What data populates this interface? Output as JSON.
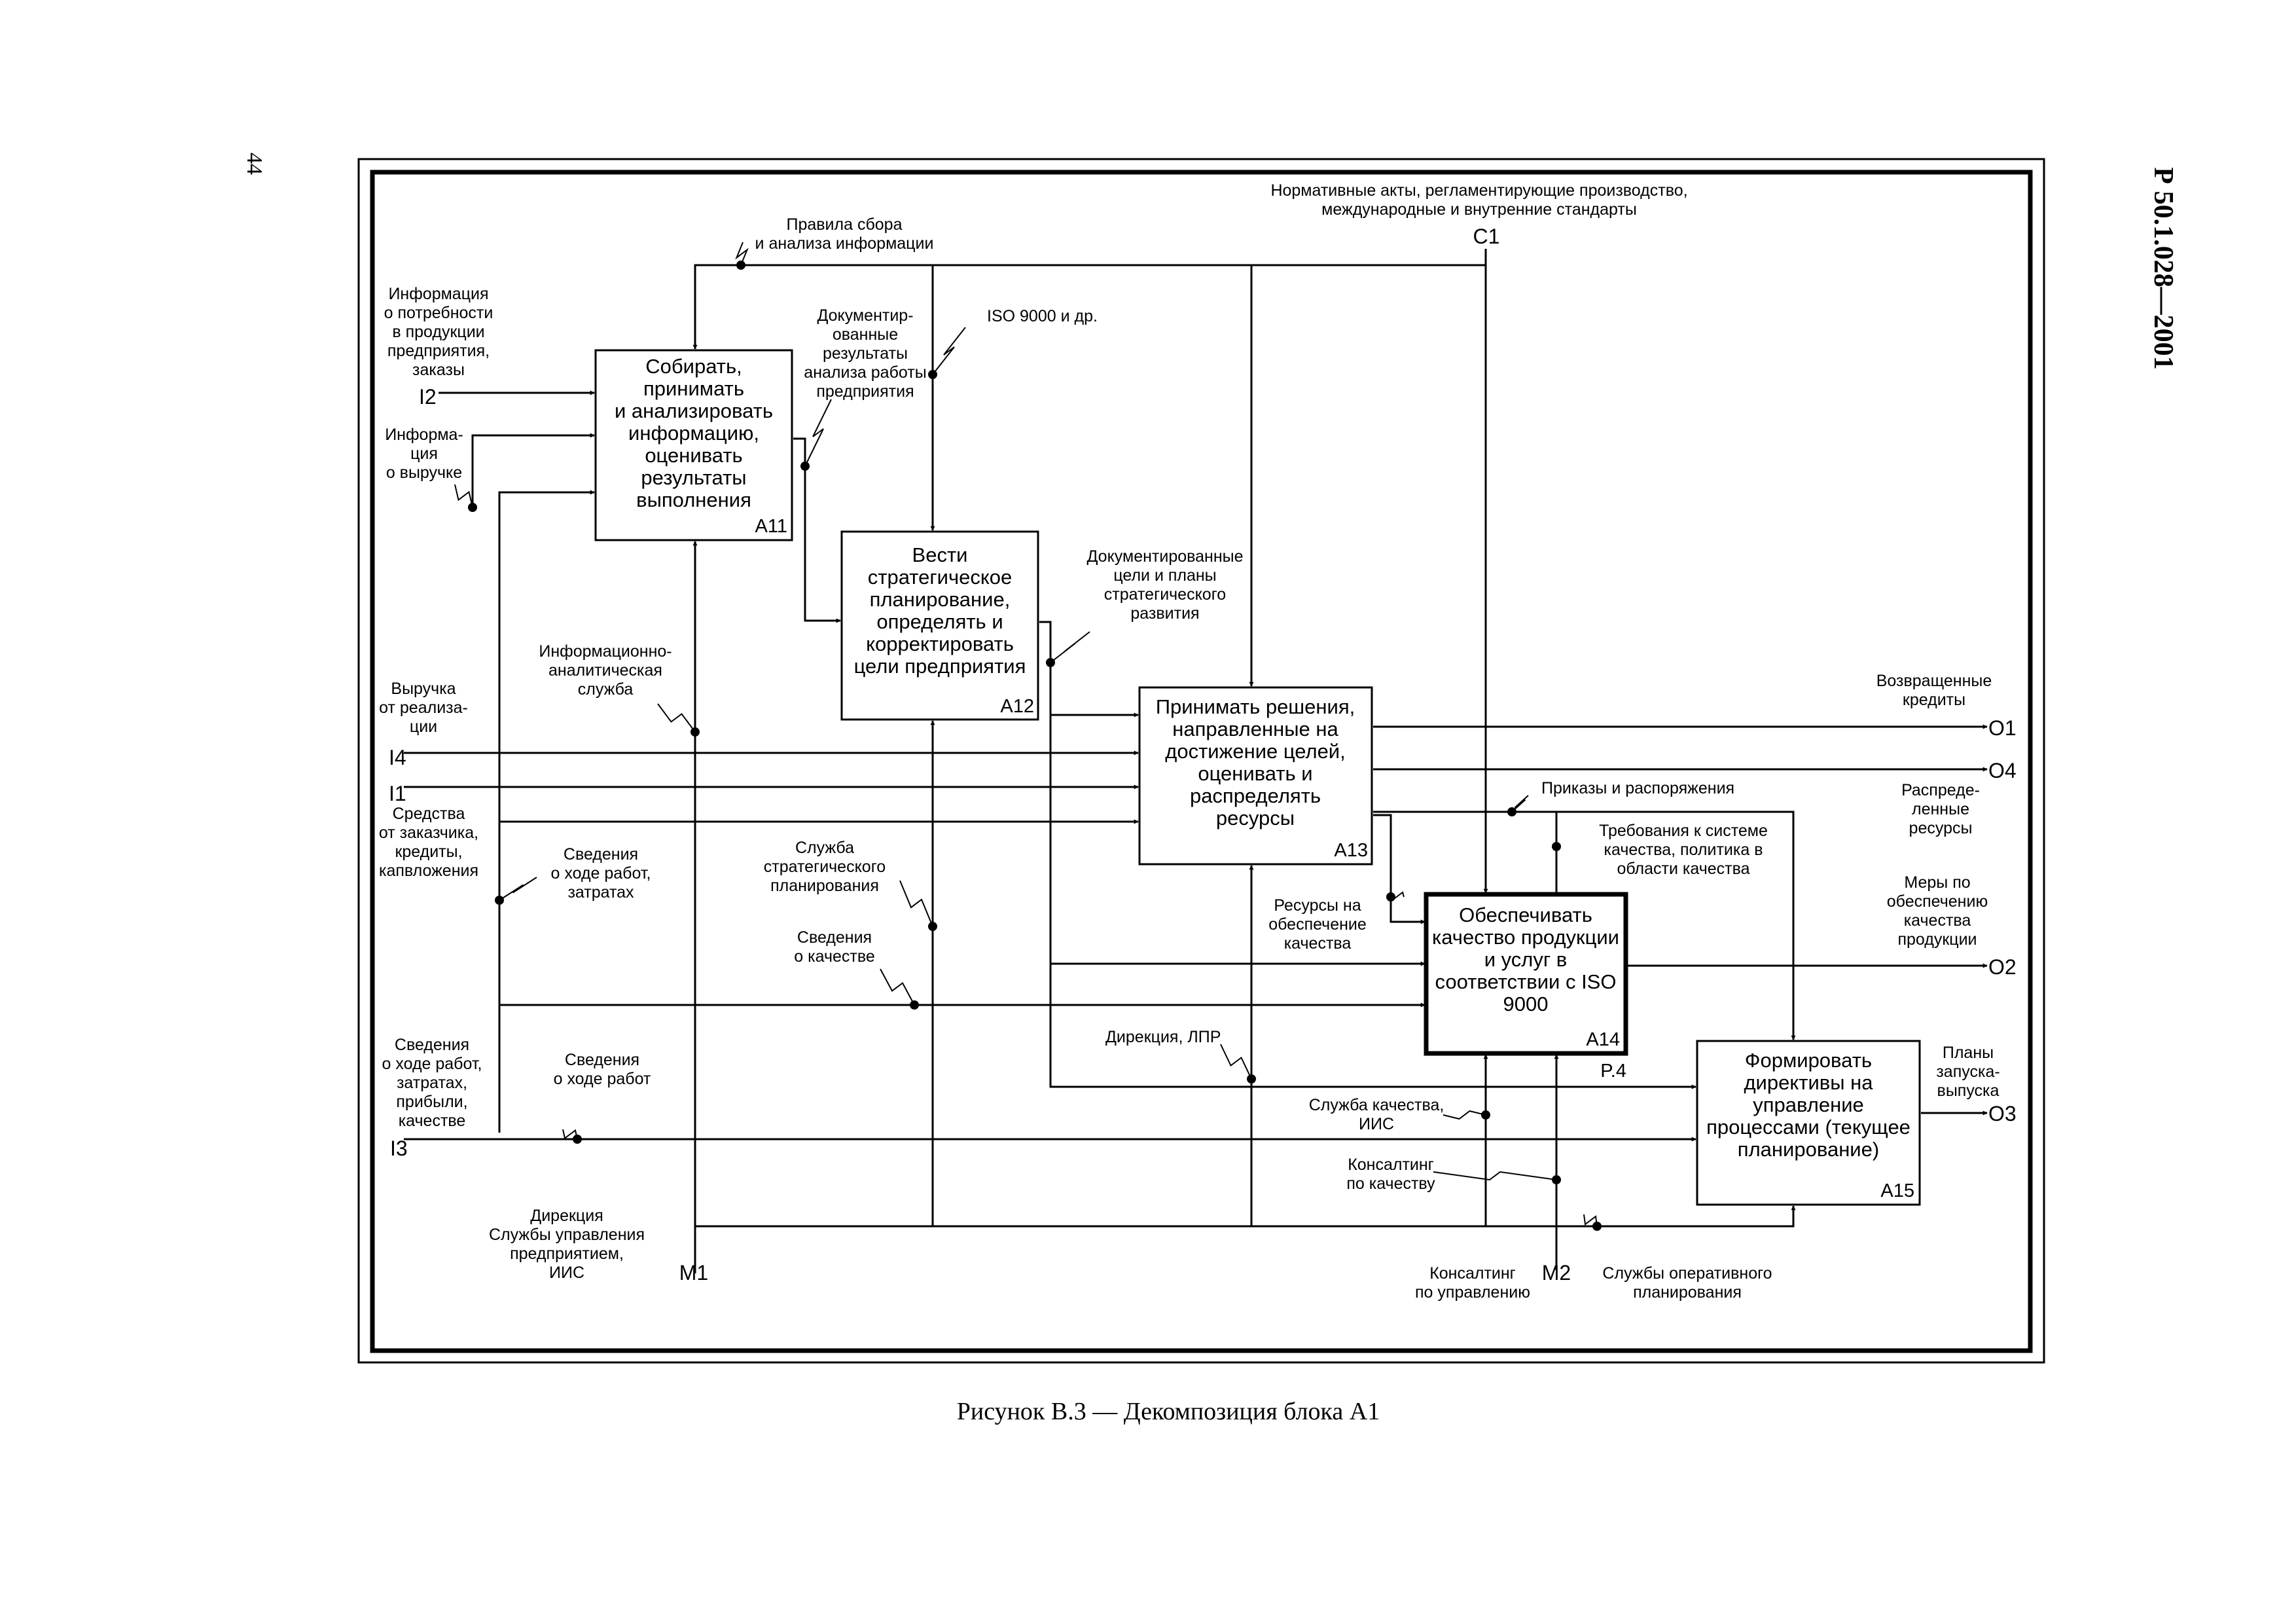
{
  "page": {
    "number": "44",
    "standard": "Р 50.1.028—2001",
    "caption": "Рисунок В.3 — Декомпозиция блока А1"
  },
  "blocks": [
    {
      "id": "A11",
      "title": "Собирать, принимать и анализировать информацию, оценивать результаты выполнения",
      "lines": [
        "Собирать,",
        "принимать",
        "и анализировать",
        "информацию,",
        "оценивать",
        "результаты",
        "выполнения"
      ]
    },
    {
      "id": "A12",
      "title": "Вести стратегическое планирование, определять и корректировать цели предприятия",
      "lines": [
        "Вести",
        "стратегическое",
        "планирование,",
        "определять и",
        "корректировать",
        "цели предприятия"
      ]
    },
    {
      "id": "A13",
      "title": "Принимать решения, направленные на достижение целей, оценивать и распределять ресурсы",
      "lines": [
        "Принимать решения,",
        "направленные на",
        "достижение целей,",
        "оценивать и",
        "распределять",
        "ресурсы"
      ]
    },
    {
      "id": "A14",
      "title": "Обеспечивать качество продукции и услуг в соответствии с ISO 9000",
      "lines": [
        "Обеспечивать",
        "качество продукции",
        "и услуг в",
        "соответствии с ISO",
        "9000"
      ],
      "ref": "P.4"
    },
    {
      "id": "A15",
      "title": "Формировать директивы на управление процессами (текущее планирование)",
      "lines": [
        "Формировать",
        "директивы на",
        "управление",
        "процессами (текущее",
        "планирование)"
      ]
    }
  ],
  "tunnels": {
    "I1": "I1",
    "I2": "I2",
    "I3": "I3",
    "I4": "I4",
    "C1": "C1",
    "O1": "O1",
    "O2": "O2",
    "O3": "O3",
    "O4": "O4",
    "M1": "M1",
    "M2": "M2"
  },
  "labels": {
    "c1": [
      "Нормативные акты, регламентирующие производство,",
      "международные и внутренние стандарты"
    ],
    "rules": [
      "Правила сбора",
      "и анализа информации"
    ],
    "i2": [
      "Информация",
      "о потребности",
      "в продукции",
      "предприятия,",
      "заказы"
    ],
    "revenue_info": [
      "Информа-",
      "ция",
      "о выручке"
    ],
    "doc_results": [
      "Документир-",
      "ованные",
      "результаты",
      "анализа работы",
      "предприятия"
    ],
    "iso": [
      "ISO 9000 и др."
    ],
    "doc_goals": [
      "Документированные",
      "цели и планы",
      "стратегического",
      "развития"
    ],
    "info_service": [
      "Информационно-",
      "аналитическая",
      "служба"
    ],
    "i4": [
      "Выручка",
      "от реализа-",
      "ции"
    ],
    "i1": [
      "Средства",
      "от заказчика,",
      "кредиты,",
      "капвложения"
    ],
    "progress_costs": [
      "Сведения",
      "о ходе работ,",
      "затратах"
    ],
    "strategic_service": [
      "Служба",
      "стратегического",
      "планирования"
    ],
    "quality_info": [
      "Сведения",
      "о качестве"
    ],
    "o1": [
      "Возвращенные",
      "кредиты"
    ],
    "o4": [
      "Распреде-",
      "ленные",
      "ресурсы"
    ],
    "orders": [
      "Приказы и распоряжения"
    ],
    "requirements": [
      "Требования к системе",
      "качества, политика в",
      "области качества"
    ],
    "quality_resources": [
      "Ресурсы на",
      "обеспечение",
      "качества"
    ],
    "o2": [
      "Меры по",
      "обеспечению",
      "качества",
      "продукции"
    ],
    "i3": [
      "Сведения",
      "о ходе работ,",
      "затратах,",
      "прибыли,",
      "качестве"
    ],
    "progress": [
      "Сведения",
      "о ходе работ"
    ],
    "direction_dm": [
      "Дирекция, ЛПР"
    ],
    "quality_service": [
      "Служба качества,",
      "ИИС"
    ],
    "o3": [
      "Планы",
      "запуска-",
      "выпуска"
    ],
    "quality_consulting": [
      "Консалтинг",
      "по качеству"
    ],
    "m1": [
      "Дирекция",
      "Службы управления",
      "предприятием,",
      "ИИС"
    ],
    "mgmt_consulting": [
      "Консалтинг",
      "по управлению"
    ],
    "op_planning": [
      "Службы оперативного",
      "планирования"
    ]
  },
  "colors": {
    "ink": "#000000",
    "paper": "#ffffff"
  }
}
